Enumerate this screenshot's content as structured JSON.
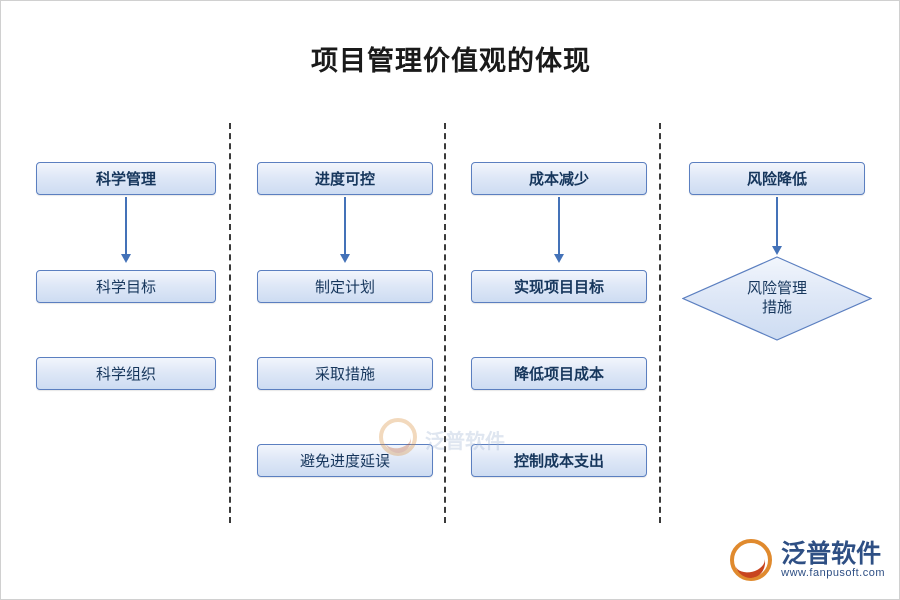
{
  "title": "项目管理价值观的体现",
  "columns": [
    {
      "id": "col-scientific-management",
      "header": "科学管理",
      "nodes": [
        {
          "label": "科学目标",
          "bold": false
        },
        {
          "label": "科学组织",
          "bold": false
        }
      ]
    },
    {
      "id": "col-schedule-control",
      "header": "进度可控",
      "nodes": [
        {
          "label": "制定计划",
          "bold": false
        },
        {
          "label": "采取措施",
          "bold": false
        },
        {
          "label": "避免进度延误",
          "bold": false
        }
      ]
    },
    {
      "id": "col-cost-reduction",
      "header": "成本减少",
      "nodes": [
        {
          "label": "实现项目目标",
          "bold": true
        },
        {
          "label": "降低项目成本",
          "bold": true
        },
        {
          "label": "控制成本支出",
          "bold": true
        }
      ]
    },
    {
      "id": "col-risk-reduction",
      "header": "风险降低",
      "diamond": {
        "line1": "风险管理",
        "line2": "措施"
      }
    }
  ],
  "watermark": {
    "text": "泛普软件"
  },
  "logo": {
    "name": "泛普软件",
    "url": "www.fanpusoft.com"
  },
  "colors": {
    "node_border": "#5b7fc0",
    "node_text": "#16365c",
    "arrow": "#4472b8",
    "divider": "#3a3a3a",
    "logo_blue": "#2e4f84",
    "logo_orange": "#e08a2e",
    "logo_red": "#c8441f"
  }
}
